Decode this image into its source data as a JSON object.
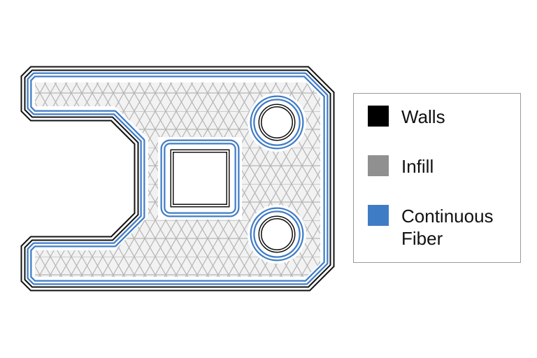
{
  "legend": {
    "items": [
      {
        "label": "Walls",
        "color": "#000000"
      },
      {
        "label": "Infill",
        "color": "#909090"
      },
      {
        "label": "Continuous Fiber",
        "color": "#3f7cc6"
      }
    ]
  },
  "colors": {
    "walls": "#111111",
    "infill": "#b0b0b0",
    "fiber": "#3f7cc6"
  }
}
